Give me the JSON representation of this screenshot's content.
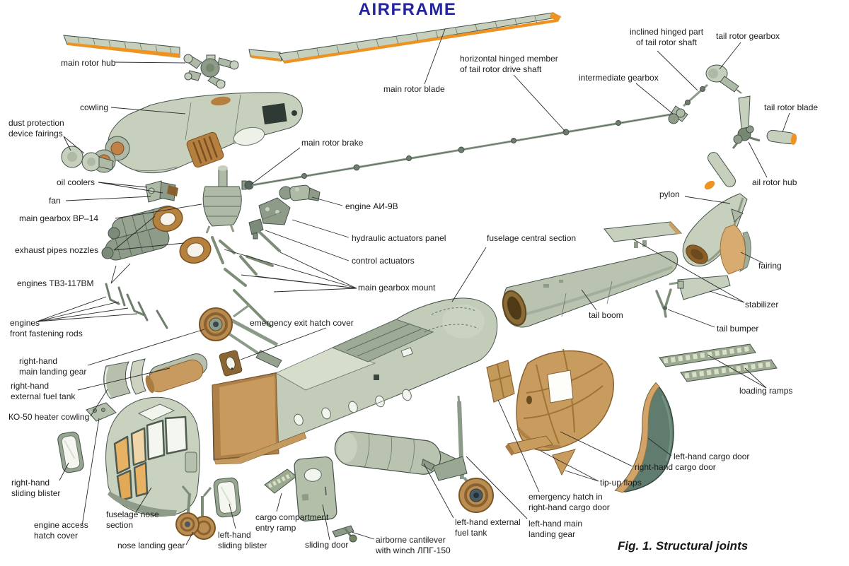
{
  "title": "AIRFRAME",
  "caption": "Fig. 1. Structural joints",
  "colors": {
    "title_blue": "#23239d",
    "metal_light": "#c7cfbd",
    "metal_mid": "#aeb9a6",
    "metal_dark": "#8d9b88",
    "tan": "#c79c5e",
    "orange": "#ee9322",
    "outline": "#44524a",
    "label_text": "#1b1b1b"
  },
  "labels": {
    "main_rotor_hub": "main rotor hub",
    "cowling": "cowling",
    "dust_protection": "dust protection\ndevice fairings",
    "oil_coolers": "oil coolers",
    "fan": "fan",
    "main_gearbox": "main gearbox ВР–14",
    "exhaust_pipes": "exhaust pipes nozzles",
    "engines": "engines ТВ3-117ВМ",
    "engines_rods": "engines\nfront fastening rods",
    "rh_main_landing_gear": "right-hand\nmain landing gear",
    "rh_external_fuel_tank": "right-hand\nexternal fuel tank",
    "ko50_heater_cowling": "КО-50 heater cowling",
    "rh_sliding_blister": "right-hand\nsliding blister",
    "engine_access_hatch": "engine access\nhatch cover",
    "fuselage_nose_section": "fuselage nose\nsection",
    "nose_landing_gear": "nose landing gear",
    "lh_sliding_blister": "left-hand\nsliding blister",
    "cargo_entry_ramp": "cargo compartment\nentry ramp",
    "sliding_door": "sliding door",
    "winch": "airborne cantilever\nwith winch ЛПГ-150",
    "lh_external_fuel_tank": "left-hand external\nfuel tank",
    "lh_main_landing_gear": "left-hand main\nlanding gear",
    "emergency_hatch_rh_door": "emergency hatch in\nright-hand cargo door",
    "tip_up_flaps": "tip-up flaps",
    "rh_cargo_door": "right-hand cargo door",
    "lh_cargo_door": "left-hand cargo door",
    "loading_ramps": "loading ramps",
    "tail_bumper": "tail bumper",
    "stabilizer": "stabilizer",
    "tail_boom": "tail boom",
    "fairing": "fairing",
    "pylon": "pylon",
    "tail_rotor_hub": "ail rotor hub",
    "tail_rotor_blade": "tail rotor blade",
    "tail_rotor_gearbox": "tail rotor gearbox",
    "inclined_hinged_part": "inclined hinged part\nof tail rotor shaft",
    "intermediate_gearbox": "intermediate gearbox",
    "horizontal_member": "horizontal hinged member\nof tail rotor drive shaft",
    "main_rotor_blade": "main rotor blade",
    "main_rotor_brake": "main rotor brake",
    "engine_ai9v": "engine АИ-9В",
    "hydraulic_panel": "hydraulic actuators panel",
    "control_actuators": "control actuators",
    "main_gearbox_mount": "main gearbox mount",
    "fuselage_central_section": "fuselage central section",
    "emergency_exit_hatch": "emergency exit hatch cover"
  }
}
